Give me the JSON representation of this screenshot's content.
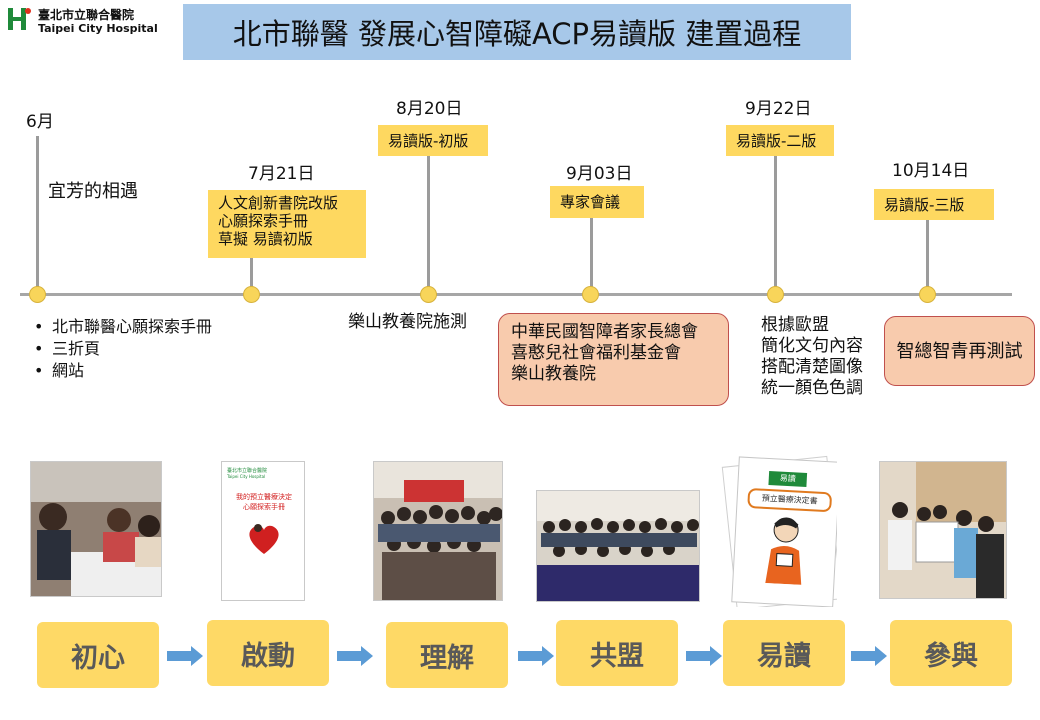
{
  "logo": {
    "name_zh": "臺北市立聯合醫院",
    "name_en": "Taipei City Hospital"
  },
  "title": "北市聯醫  發展心智障礙ACP易讀版  建置過程",
  "timeline": {
    "milestones": [
      {
        "date": "6月",
        "label": "宜芳的相遇",
        "bullets": [
          "北市聯醫心願探索手冊",
          "三折頁",
          "網站"
        ]
      },
      {
        "date": "7月21日",
        "box_lines": [
          "人文創新書院改版",
          "心願探索手冊",
          "草擬 易讀初版"
        ]
      },
      {
        "date": "8月20日",
        "box": "易讀版-初版",
        "below": "樂山教養院施測"
      },
      {
        "date": "9月03日",
        "box": "專家會議",
        "below_lines": [
          "中華民國智障者家長總會",
          "喜憨兒社會福利基金會",
          "樂山教養院"
        ]
      },
      {
        "date": "9月22日",
        "box": "易讀版-二版",
        "below_lines": [
          "根據歐盟",
          "簡化文句內容",
          "搭配清楚圖像",
          "統一顏色色調"
        ]
      },
      {
        "date": "10月14日",
        "box": "易讀版-三版",
        "below": "智總智青再測試"
      }
    ]
  },
  "booklet1": {
    "hospital": "臺北市立聯合醫院",
    "hospital_en": "Taipei City Hospital",
    "title_lines": [
      "我的預立醫療決定",
      "心願探索手冊"
    ]
  },
  "booklet2": {
    "label": "易讀",
    "title": "預立醫療決定書"
  },
  "stages": [
    "初心",
    "啟動",
    "理解",
    "共盟",
    "易讀",
    "參與"
  ],
  "colors": {
    "title_bg": "#a7c8e9",
    "box_yellow": "#fed860",
    "box_salmon": "#f8cbad",
    "arrow": "#5b9bd5",
    "stage_text": "#595959"
  }
}
